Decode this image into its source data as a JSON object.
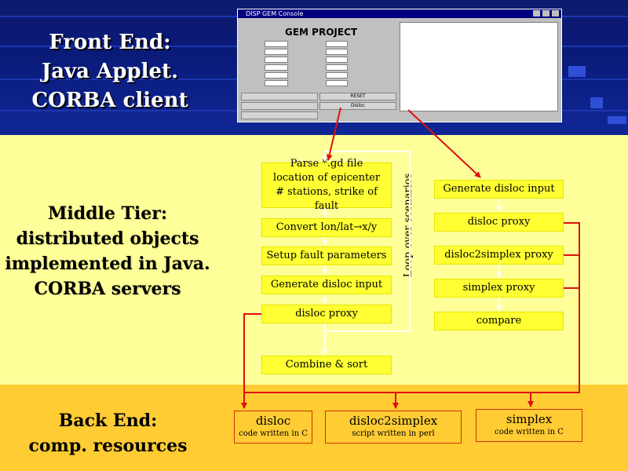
{
  "front_end": {
    "title_lines": [
      "Front End:",
      "Java Applet.",
      "CORBA client"
    ]
  },
  "middle_tier": {
    "title_lines": [
      "Middle Tier:",
      "distributed objects",
      "implemented in Java.",
      "CORBA servers"
    ]
  },
  "back_end": {
    "title_lines": [
      "Back End:",
      "comp. resources"
    ]
  },
  "applet": {
    "window_title": "DISP GEM Console",
    "heading": "GEM PROJECT",
    "button_labels": [
      "RESET",
      "Disloc"
    ]
  },
  "left_column": {
    "parse": [
      "Parse *.gd file",
      "location of epicenter",
      "# stations, strike of fault"
    ],
    "convert": "Convert lon/lat→x/y",
    "setup": "Setup fault parameters",
    "generate": "Generate disloc input",
    "proxy": "disloc proxy",
    "combine": "Combine & sort"
  },
  "loop_label": "Loop over scenarios",
  "right_column": {
    "generate": "Generate disloc input",
    "disloc_proxy": "disloc proxy",
    "d2s_proxy": "disloc2simplex proxy",
    "simplex_proxy": "simplex proxy",
    "compare": "compare"
  },
  "backends": [
    {
      "name": "disloc",
      "desc": "code written in C"
    },
    {
      "name": "disloc2simplex",
      "desc": "script written in perl"
    },
    {
      "name": "simplex",
      "desc": "code written in C"
    }
  ],
  "colors": {
    "front_band": "#0d1a6e",
    "middle_band": "#ffff99",
    "back_band": "#ffcc33",
    "box_fill": "#ffff33",
    "arrow_red": "#dd1111"
  }
}
